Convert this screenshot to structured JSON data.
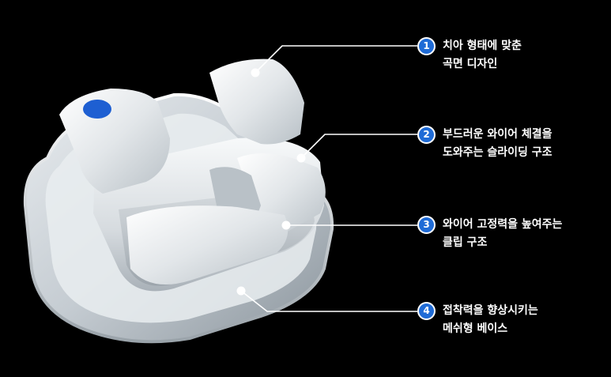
{
  "colors": {
    "background": "#000000",
    "badge": "#1f6bd6",
    "accent_dot": "#1e5fd2",
    "text": "#ffffff"
  },
  "callouts": [
    {
      "number": "1",
      "line1": "치아 형태에 맞춘",
      "line2": "곡면 디자인"
    },
    {
      "number": "2",
      "line1": "부드러운 와이어 체결을",
      "line2": "도와주는 슬라이딩 구조"
    },
    {
      "number": "3",
      "line1": "와이어 고정력을 높여주는",
      "line2": "클립 구조"
    },
    {
      "number": "4",
      "line1": "접착력을 향상시키는",
      "line2": "메쉬형 베이스"
    }
  ]
}
